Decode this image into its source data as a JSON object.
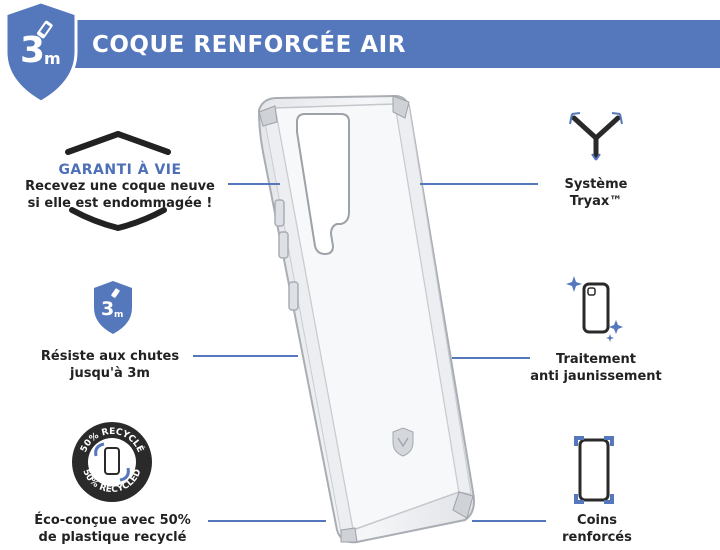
{
  "header": {
    "title": "COQUE RENFORCÉE AIR",
    "badge_number": "3",
    "badge_unit": "m",
    "colors": {
      "band": "#5577bb",
      "shield": "#5577bb",
      "text": "#ffffff"
    }
  },
  "features": {
    "guarantee": {
      "title": "GARANTI À VIE",
      "line1": "Recevez une coque neuve",
      "line2": "si elle est endommagée !"
    },
    "drop": {
      "badge_number": "3",
      "badge_unit": "m",
      "line1": "Résiste aux chutes",
      "line2": "jusqu'à 3m"
    },
    "eco": {
      "seal_top": "50% RECYCLÉ",
      "seal_bottom": "50% RECYCLED",
      "line1": "Éco-conçue avec 50%",
      "line2": "de plastique recyclé"
    },
    "tryax": {
      "line1": "Système",
      "line2": "Tryax™"
    },
    "yellowing": {
      "line1": "Traitement",
      "line2": "anti jaunissement"
    },
    "corners": {
      "line1": "Coins",
      "line2": "renforcés"
    }
  },
  "icons": [
    "shield-3m-icon",
    "guarantee-shield-icon",
    "drop-3m-icon",
    "recycled-seal-icon",
    "tryax-icon",
    "sparkle-phone-icon",
    "reinforced-corners-icon",
    "brand-logo-icon"
  ]
}
